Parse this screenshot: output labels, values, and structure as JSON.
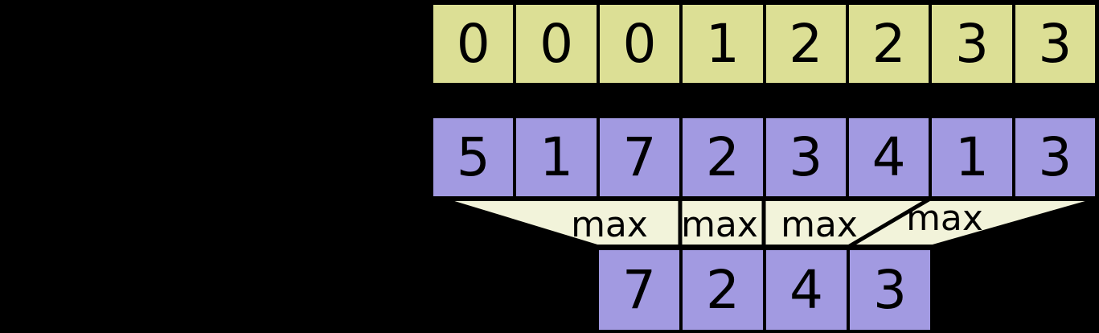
{
  "colors": {
    "background": "#000000",
    "keys_cell_fill": "#dcdf95",
    "values_cell_fill": "#a29ae1",
    "funnel_fill": "#f2f3da",
    "border": "#000000",
    "text": "#000000"
  },
  "diagram": {
    "keys_row": {
      "cells": [
        "0",
        "0",
        "0",
        "1",
        "2",
        "2",
        "3",
        "3"
      ]
    },
    "values_row": {
      "cells": [
        "5",
        "1",
        "7",
        "2",
        "3",
        "4",
        "1",
        "3"
      ]
    },
    "operators": {
      "labels": [
        "max",
        "max",
        "max",
        "max"
      ]
    },
    "output_row": {
      "cells": [
        "7",
        "2",
        "4",
        "3"
      ]
    }
  }
}
